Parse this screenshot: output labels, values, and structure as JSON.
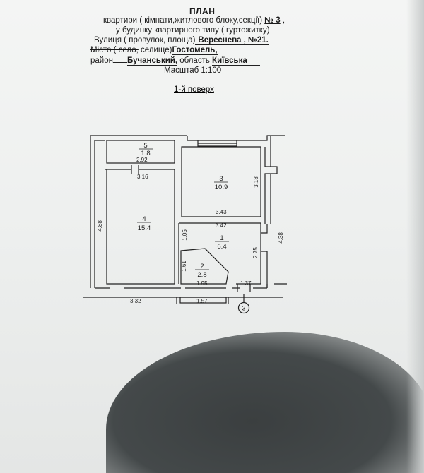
{
  "header": {
    "title": "ПЛАН",
    "line1": {
      "prefix": "квартири ( ",
      "struck": "кімнати,житлового блоку,секції",
      "suffix": ") ",
      "number": "№ 3",
      "end": " ,"
    },
    "line2": {
      "prefix": "у будинку квартирного типу ",
      "struck": "( гуртожитку",
      "end": ")"
    },
    "line3": {
      "label": "Вулиця ( ",
      "struck": "провулок, площа",
      "close": ")",
      "value": " Вереснева , №21."
    },
    "line4": {
      "struck": "Місто ( село,",
      "label": " селище)",
      "value": " Гостомель,"
    },
    "line5": {
      "label": "район",
      "district": " Бучанський,",
      "oblast_label": " область ",
      "oblast": "Київська"
    },
    "scale": "Масштаб  1:100",
    "floor": "1-й поверх"
  },
  "rooms": [
    {
      "number": "5",
      "area": "1.8"
    },
    {
      "number": "3",
      "area": "10.9"
    },
    {
      "number": "4",
      "area": "15.4"
    },
    {
      "number": "1",
      "area": "6.4"
    },
    {
      "number": "2",
      "area": "2.8"
    }
  ],
  "dimensions": {
    "d292": "2.92",
    "d316": "3.16",
    "d318": "3.18",
    "d343": "3.43",
    "d342": "3.42",
    "d488": "4.88",
    "d105": "1.05",
    "d438": "4.38",
    "d275": "2.75",
    "d161": "1.61",
    "d195": "1.95",
    "d137": "1.37",
    "d332": "3.32",
    "d157": "1.57"
  },
  "axis_marker": "3"
}
